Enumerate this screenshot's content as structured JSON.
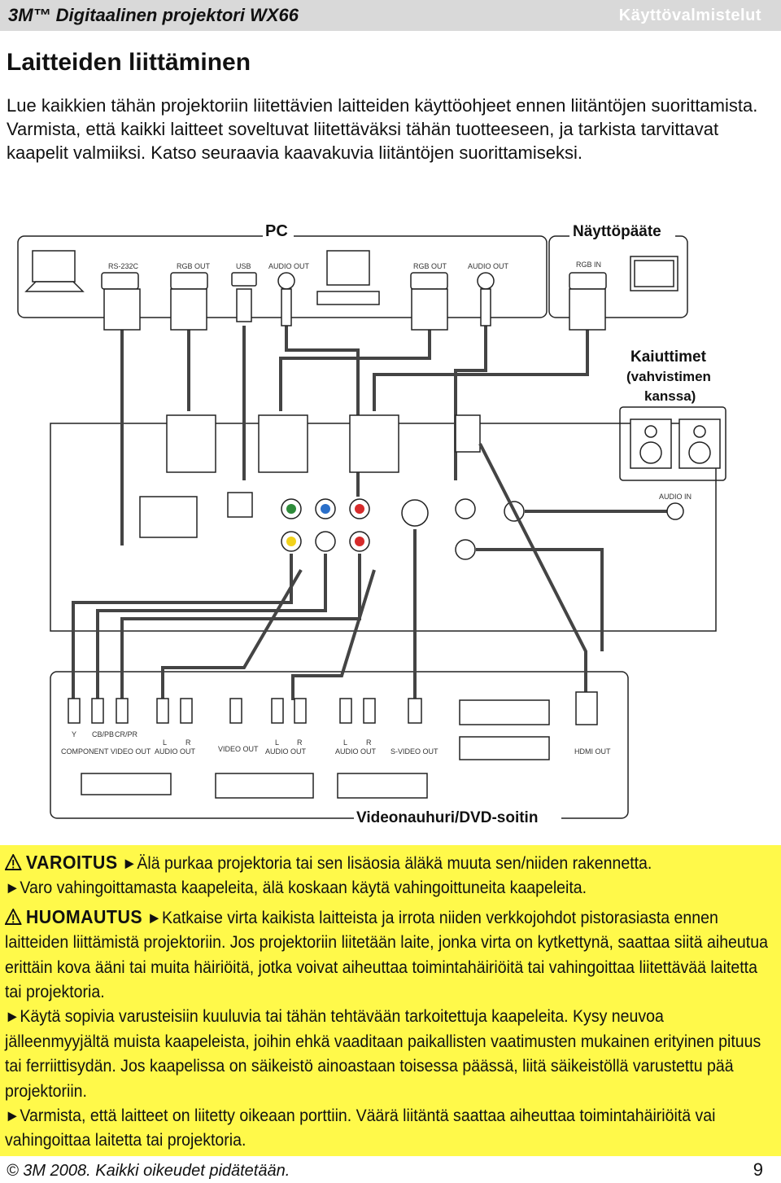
{
  "header": {
    "product": "3M™ Digitaalinen projektori WX66",
    "section": "Käyttövalmistelut"
  },
  "title": "Laitteiden liittäminen",
  "intro": "Lue kaikkien tähän projektoriin liitettävien laitteiden käyttöohjeet ennen liitäntöjen suorittamista. Varmista, että kaikki laitteet soveltuvat liitettäväksi tähän tuotteeseen, ja tarkista tarvittavat kaapelit valmiiksi. Katso seuraavia kaavakuvia liitäntöjen suorittamiseksi.",
  "diagram": {
    "pc_label": "PC",
    "display_label": "Näyttöpääte",
    "speakers_line1": "Kaiuttimet",
    "speakers_line2": "(vahvistimen",
    "speakers_line3": "kanssa)",
    "video_label": "Videonauhuri/DVD-soitin",
    "ports": {
      "rs232c": "RS-232C",
      "rgb_out": "RGB OUT",
      "usb": "USB",
      "audio_out": "AUDIO OUT",
      "rgb_out2": "RGB OUT",
      "audio_out2": "AUDIO OUT",
      "rgb_in": "RGB IN",
      "audio_in": "AUDIO IN",
      "y": "Y",
      "cb": "CB/PB",
      "cr": "CR/PR",
      "component": "COMPONENT VIDEO OUT",
      "l": "L",
      "r": "R",
      "audio_out_small": "AUDIO OUT",
      "video_out": "VIDEO OUT",
      "s_video_out": "S-VIDEO OUT",
      "hdmi_out": "HDMI OUT"
    }
  },
  "warnings": {
    "varoitus_label": "VAROITUS",
    "varoitus_text": "Älä purkaa projektoria tai sen lisäosia äläkä muuta sen/niiden rakennetta.",
    "varoitus_text2": "Varo vahingoittamasta kaapeleita, älä koskaan käytä vahingoittuneita kaapeleita.",
    "huomautus_label": "HUOMAUTUS",
    "huomautus_text": "Katkaise virta kaikista laitteista ja irrota niiden verkkojohdot pistorasiasta ennen laitteiden liittämistä projektoriin. Jos projektoriin liitetään laite, jonka virta on kytkettynä, saattaa siitä aiheutua erittäin kova ääni tai muita häiriöitä, jotka voivat aiheuttaa toimintahäiriöitä tai vahingoittaa liitettävää laitetta tai projektoria.",
    "cables_text": "Käytä sopivia varusteisiin kuuluvia tai tähän tehtävään tarkoitettuja kaapeleita. Kysy neuvoa jälleenmyyjältä muista kaapeleista, joihin ehkä vaaditaan paikallisten vaatimusten mukainen erityinen pituus tai ferriittisydän. Jos kaapelissa on säikeistö ainoastaan toisessa päässä, liitä säikeistöllä varustettu pää projektoriin.",
    "ports_text": "Varmista, että laitteet on liitetty oikeaan porttiin. Väärä liitäntä saattaa aiheuttaa toimintahäiriöitä vai vahingoittaa laitetta tai projektoria."
  },
  "footer": {
    "copyright": "© 3M 2008. Kaikki oikeudet pidätetään.",
    "page_number": "9"
  }
}
